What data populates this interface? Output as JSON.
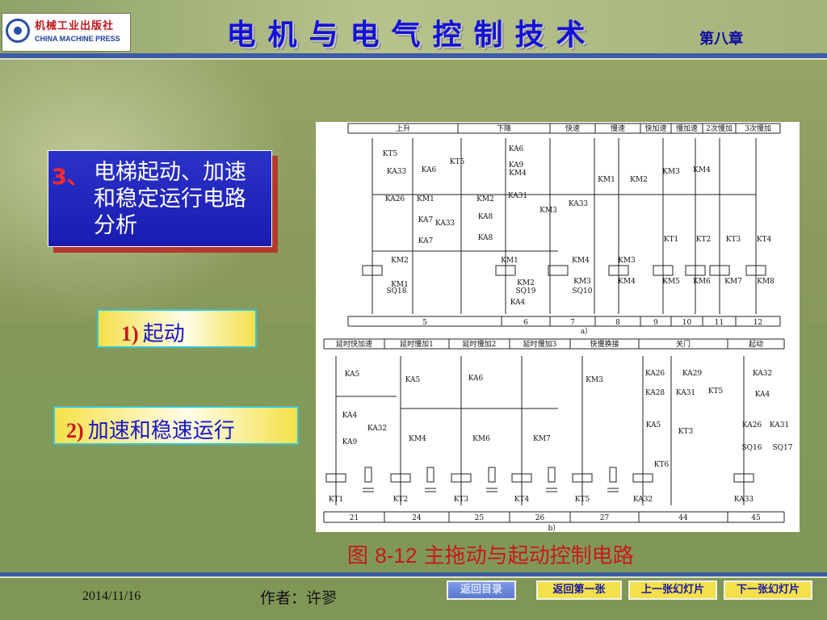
{
  "header": {
    "publisher_logo_cn": "机械工业出版社",
    "publisher_logo_en": "CHINA MACHINE PRESS",
    "title": "电机与电气控制技术",
    "chapter": "第八章"
  },
  "topic_box": {
    "number": "3、",
    "text": "电梯起动、加速和稳定运行电路分析"
  },
  "items": [
    {
      "num": "1)",
      "text": "起动"
    },
    {
      "num": "2)",
      "text": "加速和稳速运行"
    }
  ],
  "figure": {
    "caption_prefix": "图",
    "caption_number": "8-12",
    "caption_text": "主拖动与起动控制电路",
    "diagram_a": {
      "headers": [
        "上升",
        "下降",
        "快速",
        "慢速",
        "快加速",
        "慢加速",
        "2次慢加",
        "3次慢加"
      ],
      "columns": [
        "5",
        "6",
        "7",
        "8",
        "9",
        "10",
        "11",
        "12"
      ],
      "label": "a）",
      "components": [
        "KT5",
        "KA33",
        "KA6",
        "KA9",
        "KM4",
        "KA26",
        "KM1",
        "KM2",
        "KA31",
        "KA7",
        "KA8",
        "KM3",
        "KT1",
        "KT2",
        "KT3",
        "KT4",
        "KM5",
        "KM6",
        "KM7",
        "KM8",
        "SQ18",
        "SQ19",
        "SQ10",
        "KA4"
      ]
    },
    "diagram_b": {
      "headers": [
        "延时快加速",
        "延时慢加1",
        "延时慢加2",
        "延时慢加3",
        "快慢换接",
        "关门",
        "起动"
      ],
      "columns": [
        "21",
        "24",
        "25",
        "26",
        "27",
        "44",
        "45"
      ],
      "label": "b）",
      "components": [
        "KA5",
        "KA6",
        "KM3",
        "KA26",
        "KA29",
        "KA28",
        "KA31",
        "KT5",
        "KA32",
        "KA4",
        "KA9",
        "KM4",
        "KM6",
        "KM7",
        "KA5",
        "KT3",
        "KT6",
        "SQ16",
        "SQ17",
        "KT1",
        "KT2",
        "KT3",
        "KT4",
        "KT5",
        "KA32",
        "KA33"
      ]
    }
  },
  "footer": {
    "date": "2014/11/16",
    "author": "作者：许翏",
    "nav": {
      "toc": "返回目录",
      "home": "返回第一张",
      "prev": "上一张幻灯片",
      "next": "下一张幻灯片"
    }
  }
}
